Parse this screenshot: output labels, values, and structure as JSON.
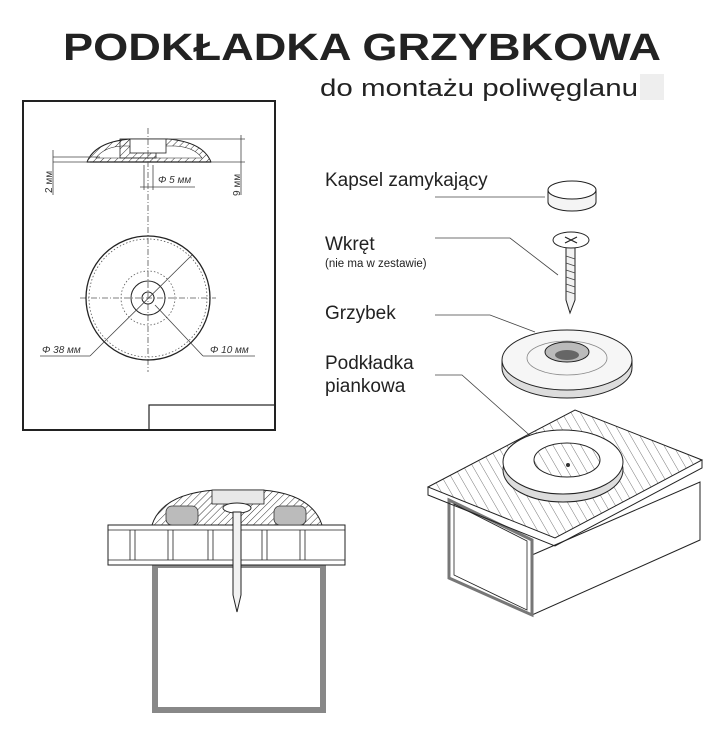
{
  "title": "PODKŁADKA GRZYBKOWA",
  "subtitle": "do montażu poliwęglanu",
  "drawing": {
    "dim_2mm": "2 мм",
    "dim_5mm": "Φ 5 мм",
    "dim_9mm": "9 мм",
    "dim_38mm": "Φ 38 мм",
    "dim_10mm": "Φ 10 мм"
  },
  "parts": {
    "cap": "Kapsel zamykający",
    "screw": "Wkręt",
    "screw_note": "(nie ma w zestawie)",
    "mushroom": "Grzybek",
    "foam_line1": "Podkładka",
    "foam_line2": "piankowa"
  }
}
